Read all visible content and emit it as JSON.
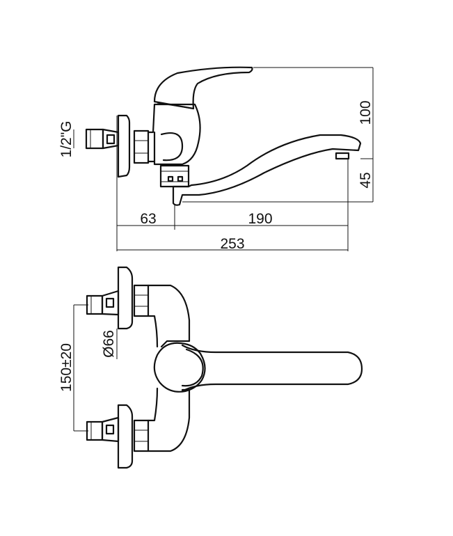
{
  "dimensions": {
    "height_total": "100",
    "height_spout": "45",
    "thread": "1/2\"G",
    "offset_left": "63",
    "reach": "190",
    "length_total": "253",
    "flange_diameter": "Ø66",
    "centre_distance": "150±20"
  },
  "colors": {
    "line": "#111111",
    "background": "#ffffff"
  }
}
